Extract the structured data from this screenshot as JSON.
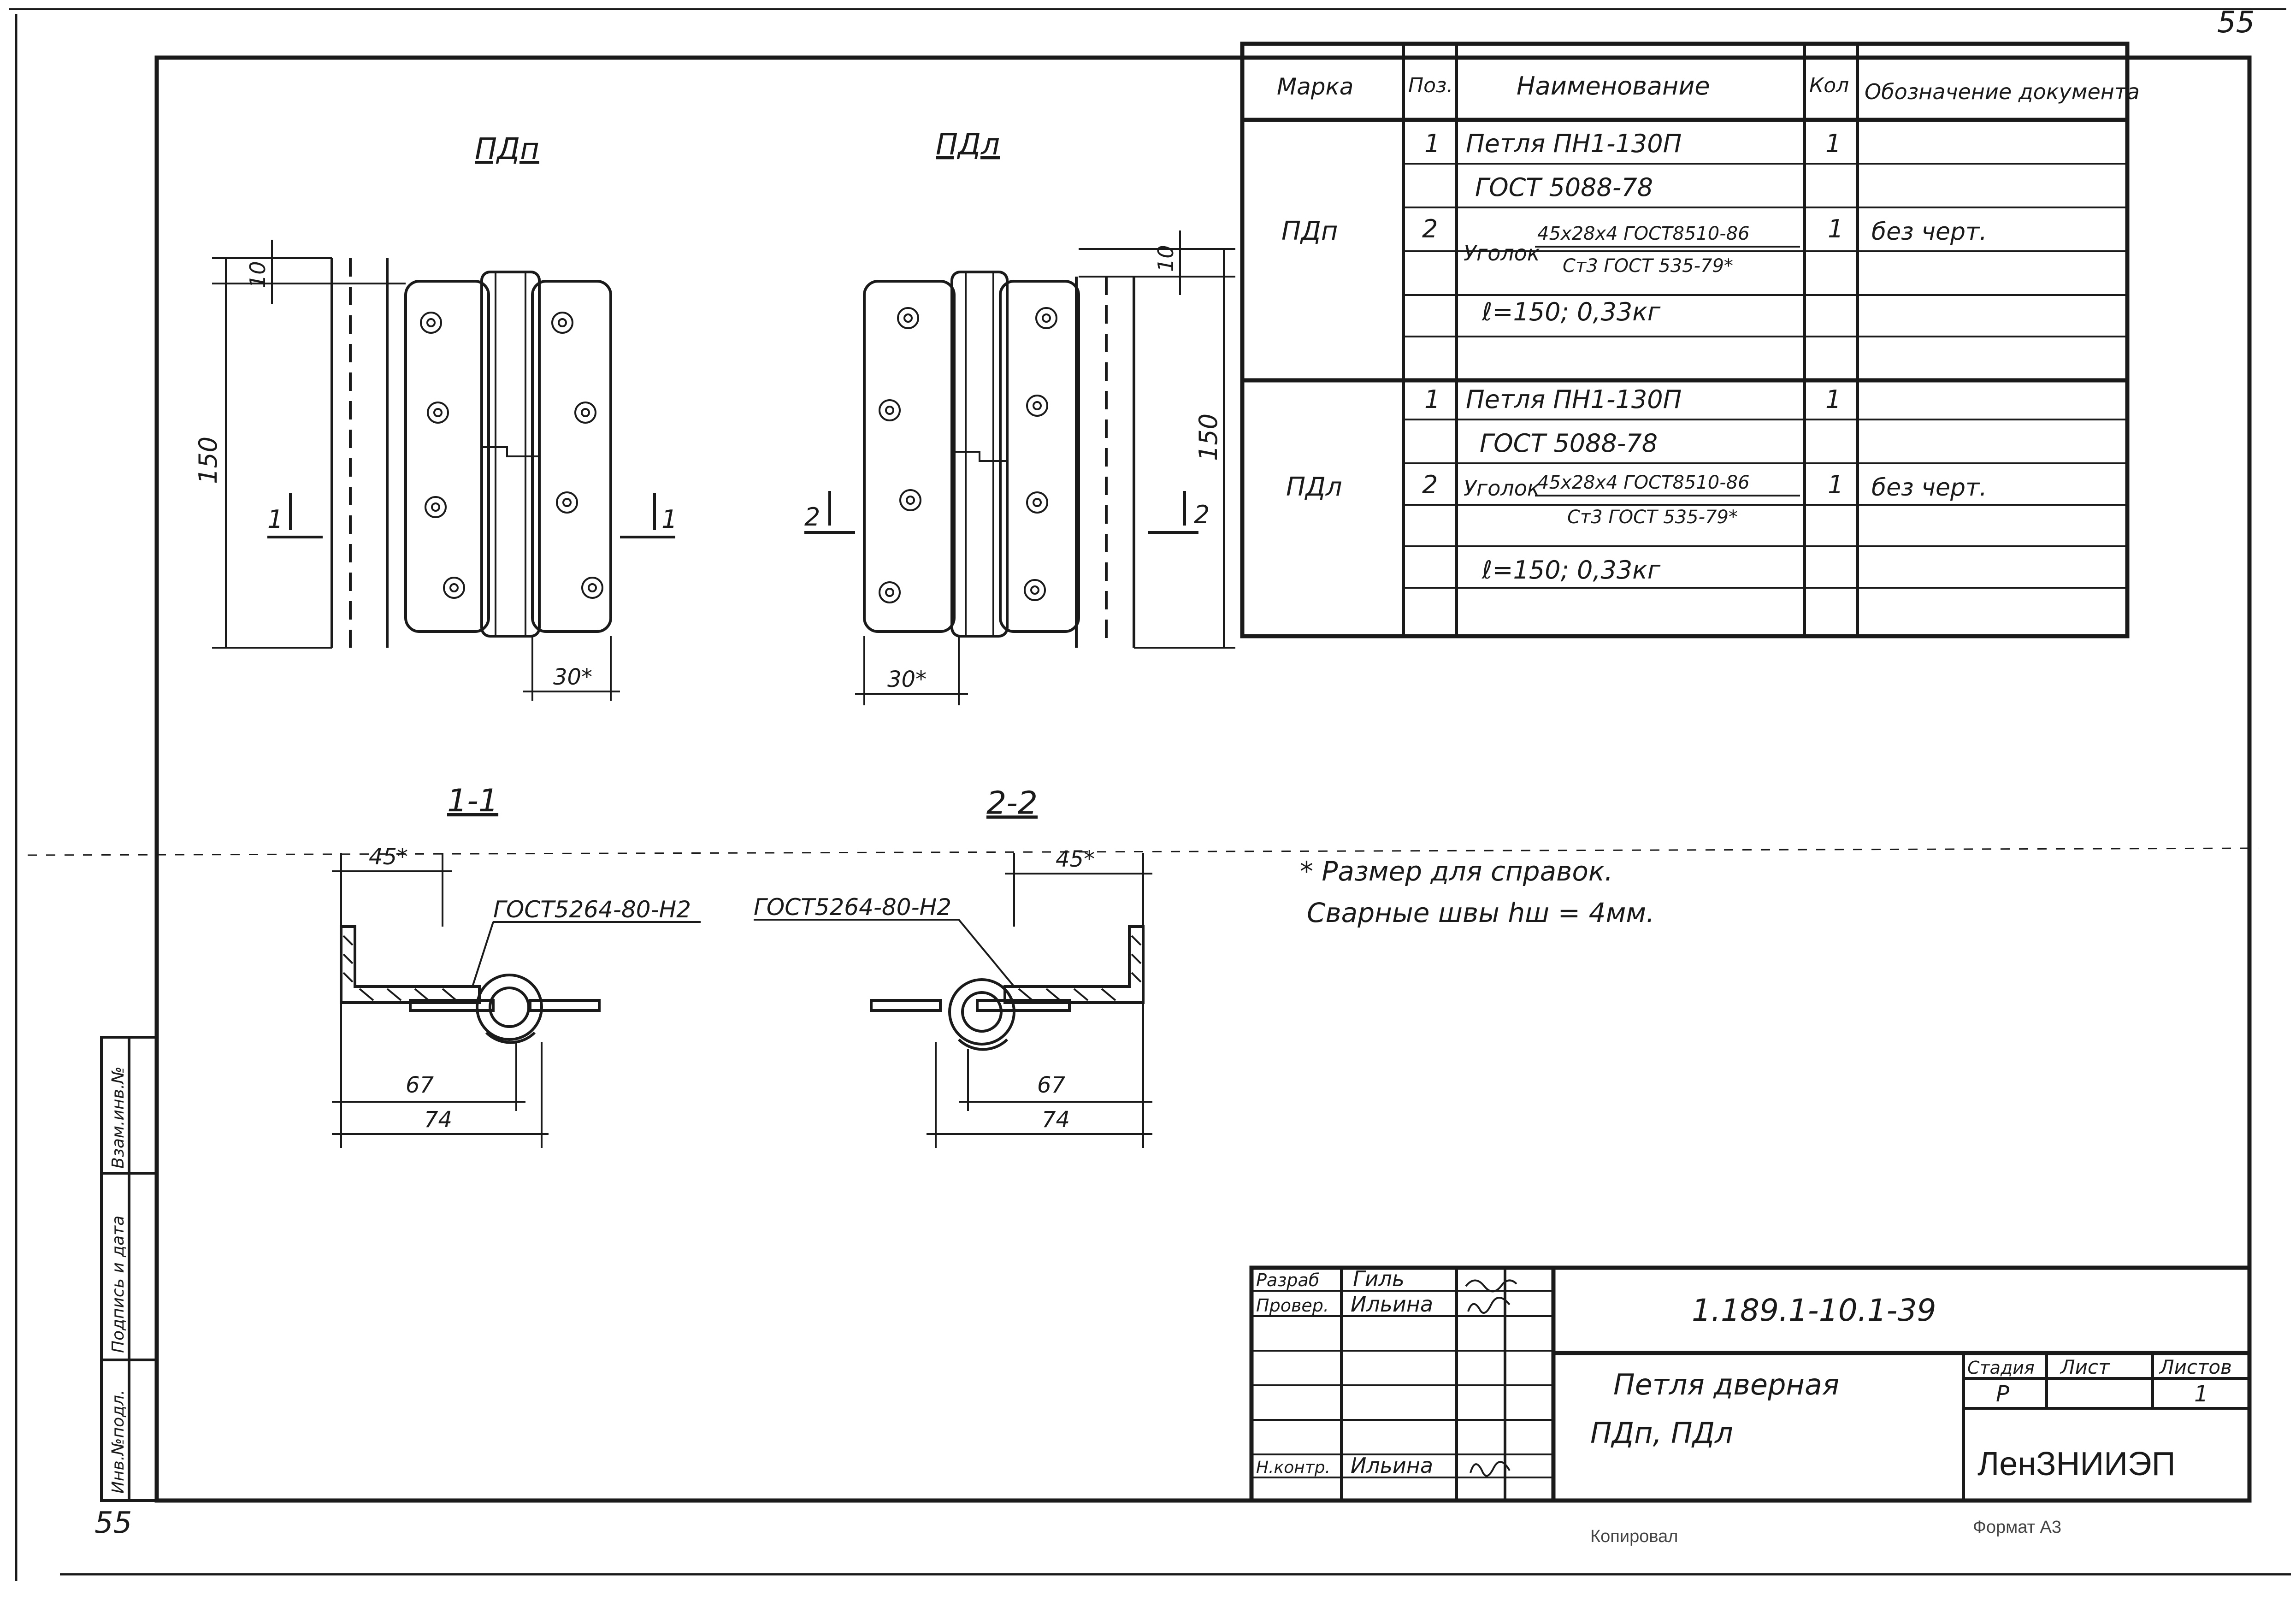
{
  "sheet": {
    "page_number_top": "55",
    "page_number_bottom": "55",
    "copied_label": "Копировал",
    "format_label": "Формат А3",
    "stamp_faint": "..."
  },
  "views": {
    "left_title": "ПДп",
    "right_title": "ПДл",
    "section1_title": "1-1",
    "section2_title": "2-2",
    "dim_10_left": "10",
    "dim_150_left": "150",
    "dim_30_left": "30*",
    "dim_10_right": "10",
    "dim_150_right": "150",
    "dim_30_right": "30*",
    "cut1_left": "1",
    "cut1_right": "1",
    "cut2_left": "2",
    "cut2_right": "2",
    "s1_dim_45": "45*",
    "s1_weld": "ГОСТ5264-80-Н2",
    "s1_dim_67": "67",
    "s1_dim_74": "74",
    "s2_dim_45": "45*",
    "s2_weld": "ГОСТ5264-80-Н2",
    "s2_dim_67": "67",
    "s2_dim_74": "74"
  },
  "notes": {
    "line1": "* Размер для справок.",
    "line2": "Сварные швы  hш = 4мм."
  },
  "spec_table": {
    "headers": {
      "marka": "Марка",
      "poz": "Поз.",
      "name": "Наименование",
      "kol": "Кол",
      "doc": "Обозначение документа"
    },
    "groups": [
      {
        "marka": "ПДп",
        "row1_poz": "1",
        "row1_name": "Петля ПН1-130П",
        "row1_kol": "1",
        "row2_name": "ГОСТ 5088-78",
        "row3_poz": "2",
        "row3_name_prefix": "Уголок",
        "row3_name_top": "45x28x4 ГОСТ8510-86",
        "row3_name_bottom": "Ст3 ГОСТ 535-79*",
        "row3_kol": "1",
        "row3_doc": "без черт.",
        "row4_name": "ℓ=150;  0,33кг"
      },
      {
        "marka": "ПДл",
        "row1_poz": "1",
        "row1_name": "Петля ПН1-130П",
        "row1_kol": "1",
        "row2_name": "ГОСТ 5088-78",
        "row3_poz": "2",
        "row3_name_prefix": "Уголок",
        "row3_name_top": "45x28x4 ГОСТ8510-86",
        "row3_name_bottom": "Ст3 ГОСТ 535-79*",
        "row3_kol": "1",
        "row3_doc": "без черт.",
        "row4_name": "ℓ=150;  0,33кг"
      }
    ]
  },
  "title_block": {
    "razrab_label": "Разраб",
    "razrab_name": "Гиль",
    "prover_label": "Провер.",
    "prover_name": "Ильина",
    "nkontr_label": "Н.контр.",
    "nkontr_name": "Ильина",
    "doc_code": "1.189.1-10.1-39",
    "title_line1": "Петля дверная",
    "title_line2": "ПДп, ПДл",
    "stage_label": "Стадия",
    "sheet_label": "Лист",
    "sheets_label": "Листов",
    "stage_value": "Р",
    "sheets_value": "1",
    "org": "ЛенЗНИИЭП"
  },
  "side_stamp": {
    "inv_podl": "Инв.№подл.",
    "podpis": "Подпись и дата",
    "vzam": "Взам.инв.№"
  }
}
